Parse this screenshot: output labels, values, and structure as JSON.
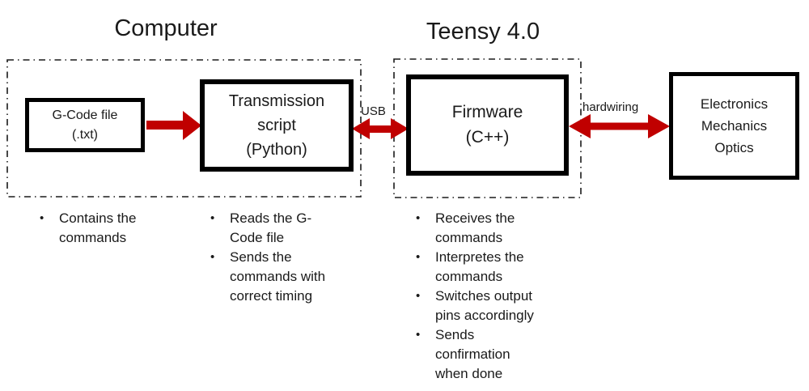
{
  "titles": {
    "computer": "Computer",
    "teensy": "Teensy 4.0"
  },
  "boxes": {
    "gcode": "G-Code file\n(.txt)",
    "transmission": "Transmission\nscript\n(Python)",
    "firmware": "Firmware\n(C++)",
    "electronics": "Electronics\nMechanics\nOptics"
  },
  "connection_labels": {
    "usb": "USB",
    "hardwiring": "hardwiring"
  },
  "notes": {
    "gcode": [
      "Contains the\ncommands"
    ],
    "transmission": [
      "Reads the G-\nCode file",
      "Sends the\ncommands with\ncorrect timing"
    ],
    "firmware": [
      "Receives the\ncommands",
      "Interpretes the\ncommands",
      "Switches output\npins accordingly",
      "Sends\nconfirmation\nwhen done"
    ]
  },
  "colors": {
    "arrow": "#c00000",
    "border": "#000000",
    "dashed": "#1a1a1a",
    "background": "#ffffff",
    "text": "#1a1a1a"
  }
}
